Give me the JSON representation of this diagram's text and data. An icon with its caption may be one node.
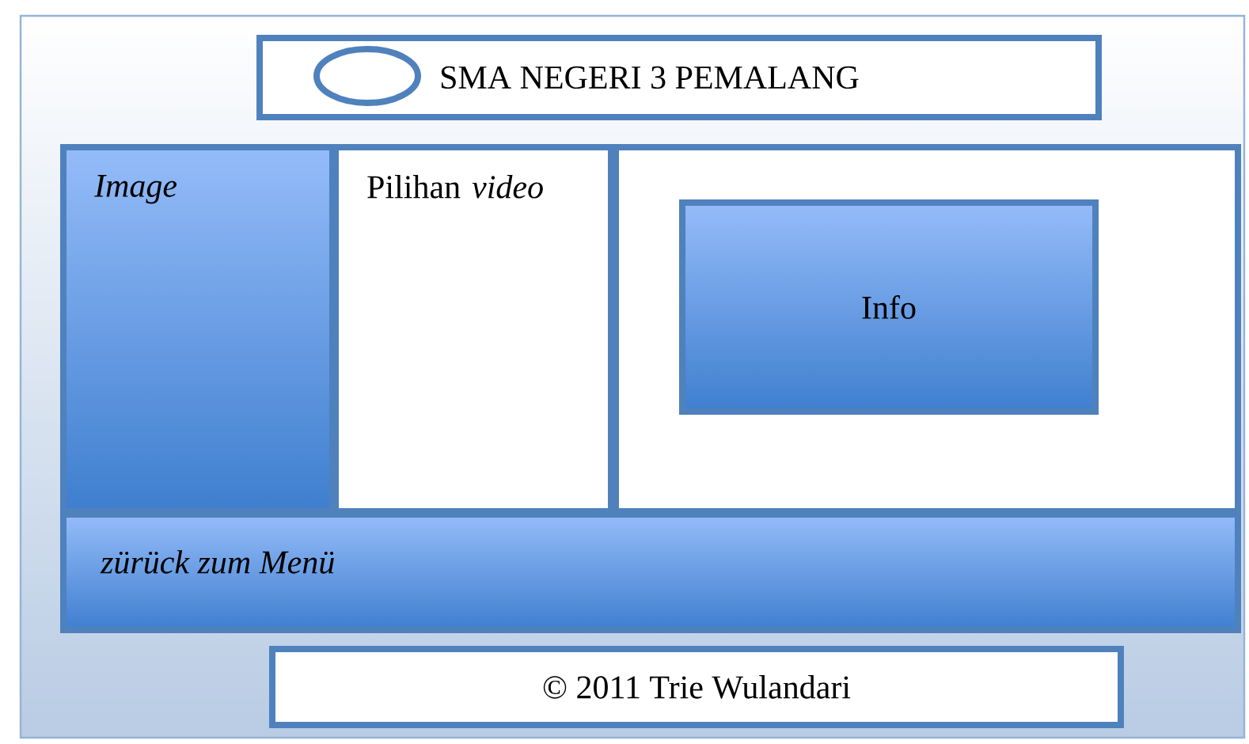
{
  "diagram": {
    "nodes": [
      {
        "text": [],
        "shape": "box"
      },
      {
        "text": [
          "SMA NEGERI 3 PEMALANG"
        ],
        "in": 0
      },
      {
        "text": [],
        "shape": "circle",
        "in": 1
      },
      {
        "text": [
          "Image"
        ],
        "in": 0
      },
      {
        "text": [
          "Pilihan *video*"
        ],
        "in": 0
      },
      {
        "text": [],
        "shape": "box",
        "in": 0
      },
      {
        "text": [
          "Info"
        ],
        "in": 5
      },
      {
        "text": [
          "zürück zum Menü"
        ],
        "in": 0
      },
      {
        "text": [
          "© 2011 Trie Wulandari"
        ],
        "in": 0
      }
    ]
  }
}
